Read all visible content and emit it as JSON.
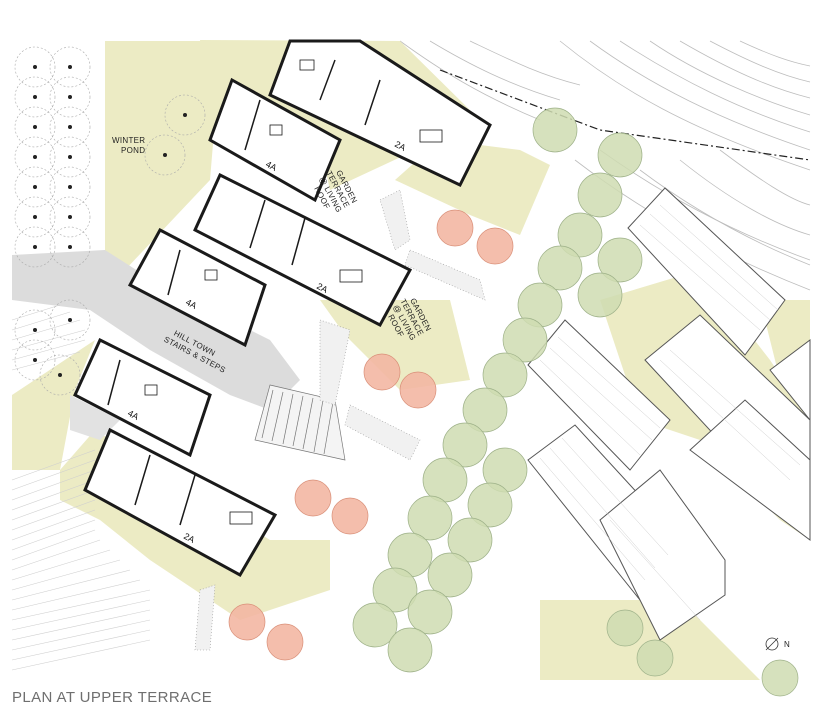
{
  "caption": "PLAN AT UPPER TERRACE",
  "labels": {
    "winter_pond_1": "WINTER",
    "winter_pond_2": "POND",
    "garden_terrace_top_1": "GARDEN",
    "garden_terrace_top_2": "TERRACE",
    "garden_terrace_top_3": "@ LIVING",
    "garden_terrace_top_4": "ROOF",
    "garden_terrace_mid_1": "GARDEN",
    "garden_terrace_mid_2": "TERRACE",
    "garden_terrace_mid_3": "@ LIVING",
    "garden_terrace_mid_4": "ROOF",
    "hill_town_1": "HILL TOWN",
    "hill_town_2": "STAIRS & STEPS",
    "north": "N"
  },
  "units": {
    "u1": "2A",
    "u2": "4A",
    "u3": "2A",
    "u4": "4A",
    "u5": "4A",
    "u6": "2A"
  },
  "colors": {
    "landscape": "#ecebc4",
    "path": "#dcdcdc",
    "wall": "#1a1a1a",
    "tree_green": "#cfdcb2",
    "tree_red": "#f3b7a3",
    "roof_stroke": "#555555"
  }
}
